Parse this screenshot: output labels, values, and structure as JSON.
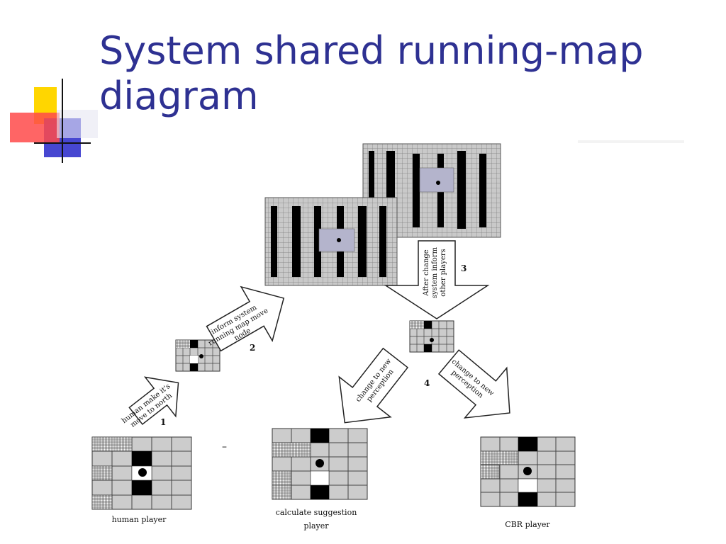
{
  "slide": {
    "title_line1": "System shared running-map",
    "title_line2": "diagram"
  },
  "colors": {
    "title": "#2e3192",
    "deco_yellow": "#ffd600",
    "deco_red": "#ff3b3b",
    "deco_blue": "#3333cc",
    "cell_gray": "#c8c8c8",
    "cell_dark": "#000000"
  },
  "diagram": {
    "steps": {
      "s1": "1",
      "s2": "2",
      "s3": "3",
      "s4": "4"
    },
    "arrows": {
      "a1_line1": "human make it's",
      "a1_line2": "move to north",
      "a2_line1": "inform system",
      "a2_line2": "running map move",
      "a2_line3": "node",
      "a3_line1": "After change",
      "a3_line2": "system inform",
      "a3_line3": "other players",
      "a4_line1": "change to new",
      "a4_line2": "perception",
      "a5_line1": "change to new",
      "a5_line2": "perception"
    },
    "players": {
      "human": "human player",
      "calc_line1": "calculate suggestion",
      "calc_line2": "player",
      "cbr": "CBR player"
    },
    "dash": "–"
  }
}
